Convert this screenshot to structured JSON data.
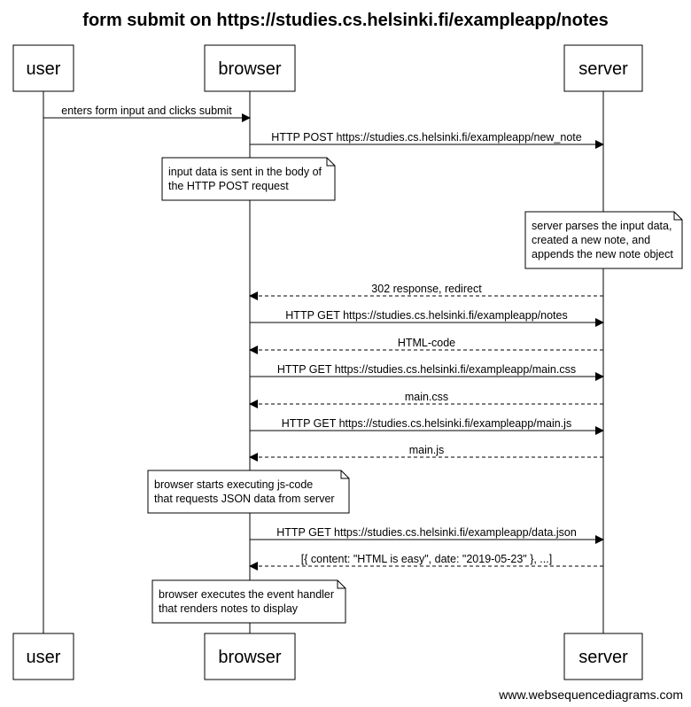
{
  "title": "form submit on https://studies.cs.helsinki.fi/exampleapp/notes",
  "participants": [
    "user",
    "browser",
    "server"
  ],
  "steps": [
    {
      "kind": "message",
      "from": 0,
      "to": 1,
      "style": "solid",
      "label": "enters form input and clicks submit"
    },
    {
      "kind": "message",
      "from": 1,
      "to": 2,
      "style": "solid",
      "label": "HTTP POST https://studies.cs.helsinki.fi/exampleapp/new_note"
    },
    {
      "kind": "note",
      "over": 1,
      "lines": [
        "input data is sent in the body of",
        "the HTTP POST request"
      ]
    },
    {
      "kind": "note",
      "over": 2,
      "lines": [
        "server parses the input data,",
        "created a new note, and",
        "appends the new note object"
      ]
    },
    {
      "kind": "message",
      "from": 2,
      "to": 1,
      "style": "dashed",
      "label": "302 response, redirect"
    },
    {
      "kind": "message",
      "from": 1,
      "to": 2,
      "style": "solid",
      "label": "HTTP GET https://studies.cs.helsinki.fi/exampleapp/notes"
    },
    {
      "kind": "message",
      "from": 2,
      "to": 1,
      "style": "dashed",
      "label": "HTML-code"
    },
    {
      "kind": "message",
      "from": 1,
      "to": 2,
      "style": "solid",
      "label": "HTTP GET https://studies.cs.helsinki.fi/exampleapp/main.css"
    },
    {
      "kind": "message",
      "from": 2,
      "to": 1,
      "style": "dashed",
      "label": "main.css"
    },
    {
      "kind": "message",
      "from": 1,
      "to": 2,
      "style": "solid",
      "label": "HTTP GET https://studies.cs.helsinki.fi/exampleapp/main.js"
    },
    {
      "kind": "message",
      "from": 2,
      "to": 1,
      "style": "dashed",
      "label": "main.js"
    },
    {
      "kind": "note",
      "over": 1,
      "lines": [
        "browser starts executing js-code",
        "that requests JSON data from server"
      ]
    },
    {
      "kind": "message",
      "from": 1,
      "to": 2,
      "style": "solid",
      "label": "HTTP GET https://studies.cs.helsinki.fi/exampleapp/data.json"
    },
    {
      "kind": "message",
      "from": 2,
      "to": 1,
      "style": "dashed",
      "label": "[{ content: \"HTML is easy\", date: \"2019-05-23\" }, ...]"
    },
    {
      "kind": "note",
      "over": 1,
      "lines": [
        "browser executes the event handler",
        "that renders notes to display"
      ]
    }
  ],
  "footer": "www.websequencediagrams.com"
}
